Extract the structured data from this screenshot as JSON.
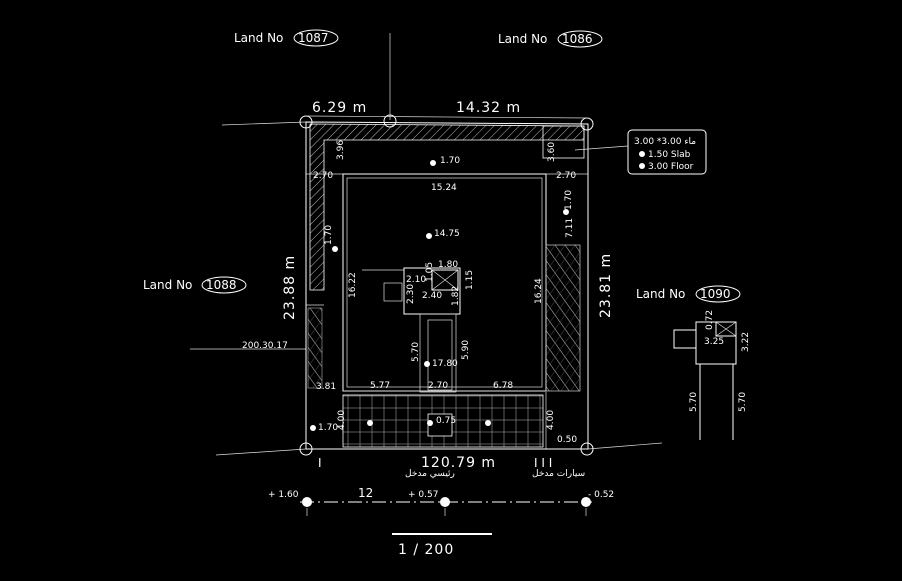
{
  "lands": {
    "l1087": {
      "prefix": "Land No",
      "num": "1087"
    },
    "l1086": {
      "prefix": "Land No",
      "num": "1086"
    },
    "l1088": {
      "prefix": "Land No",
      "num": "1088"
    },
    "l1090": {
      "prefix": "Land No",
      "num": "1090"
    }
  },
  "dims": {
    "top_left": "6.29 m",
    "top_right": "14.32 m",
    "left_side": "23.88 m",
    "right_side": "23.81 m",
    "bottom": "120.79 m",
    "d_3_96": "3.96",
    "d_3_60": "3.60",
    "d_2_70_l": "2.70",
    "d_2_70_r": "2.70",
    "d_1_70_top": "1.70",
    "d_15_24": "15.24",
    "d_1_70_left": "1.70",
    "d_1_70_right": "1.70",
    "d_14_75": "14.75",
    "d_16_22": "16.22",
    "d_7_11": "7.11",
    "d_1_80": "1.80",
    "d_2_10": "2.10",
    "d_1_05": "1.05",
    "d_1_15": "1.15",
    "d_2_30": "2.30",
    "d_2_40": "2.40",
    "d_1_82": "1.82",
    "d_16_24": "16.24",
    "d_5_70": "5.70",
    "d_5_90": "5.90",
    "d_17_80": "17.80",
    "d_5_77": "5.77",
    "d_2_70_b": "2.70",
    "d_6_78": "6.78",
    "d_3_81": "3.81",
    "d_4_00_l": "4.00",
    "d_4_00_r": "4.00",
    "d_0_75": "0.75",
    "d_1_70_bl": "1.70",
    "d_0_50": "0.50",
    "d_200": "200.30.17"
  },
  "legend": {
    "row1": "3.00  *3.00  ماء",
    "row2": "1.50  Slab",
    "row3": "3.00  Floor"
  },
  "annex": {
    "d_0_72": "0.72",
    "d_3_25": "3.25",
    "d_3_22": "3.22",
    "d_5_70_a": "5.70",
    "d_5_70_b": "5.70"
  },
  "entrances": {
    "main": "رئيسي مدخل",
    "cars": "سيارات مدخل",
    "mark_left": "I",
    "mark_right": "I I I"
  },
  "levels": {
    "left": "+ 1.60",
    "mid": "+ 0.57",
    "right": "- 0.52",
    "span": "12"
  },
  "scale": "1 / 200"
}
